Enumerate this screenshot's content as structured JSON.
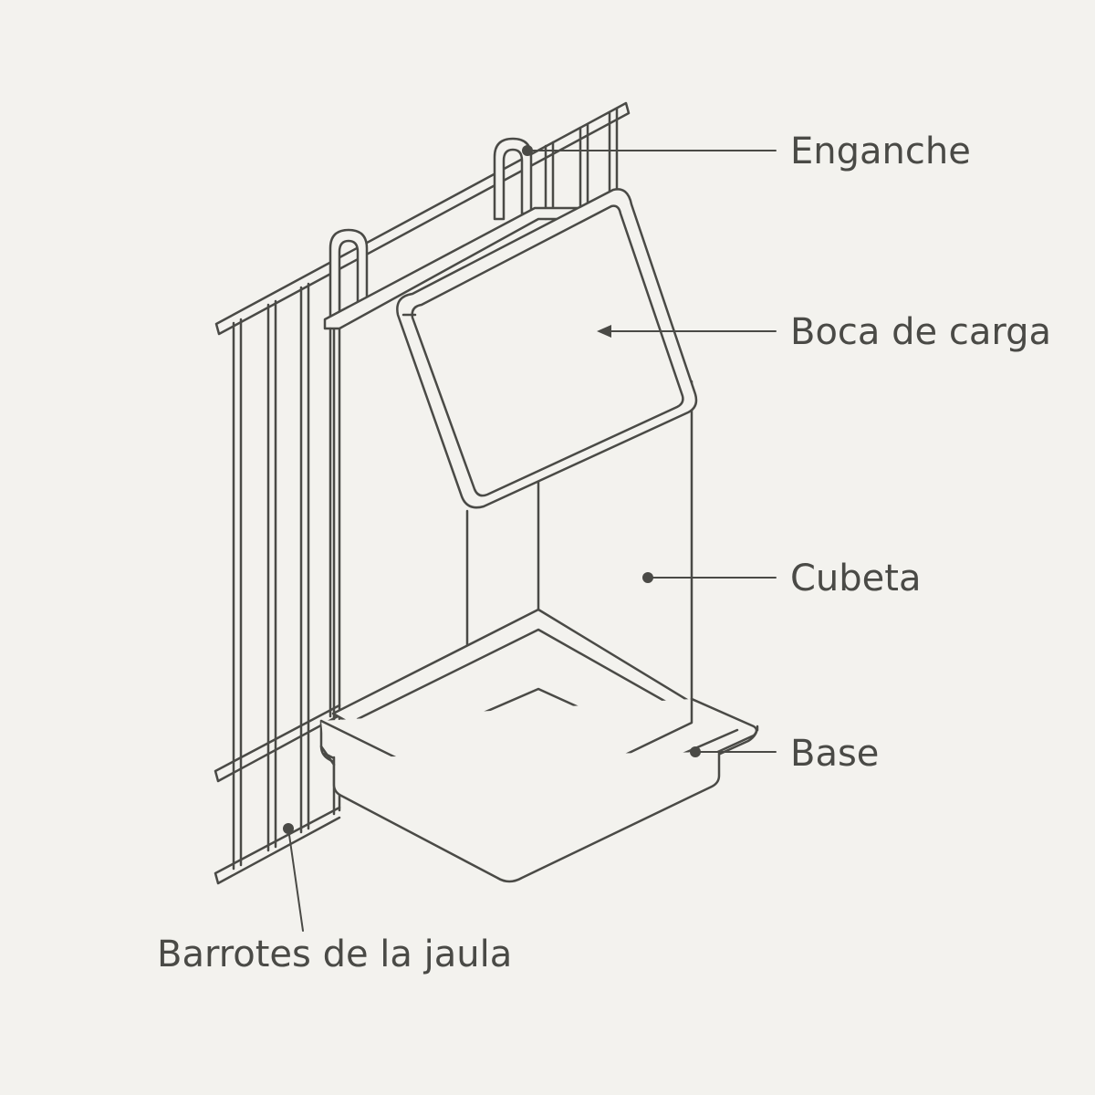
{
  "colors": {
    "background": "#f3f2ee",
    "stroke": "#4a4a46",
    "fill": "#f3f2ee"
  },
  "labels": {
    "enganche": "Enganche",
    "boca_de_carga": "Boca de carga",
    "cubeta": "Cubeta",
    "base": "Base",
    "barrotes": "Barrotes de la jaula"
  }
}
